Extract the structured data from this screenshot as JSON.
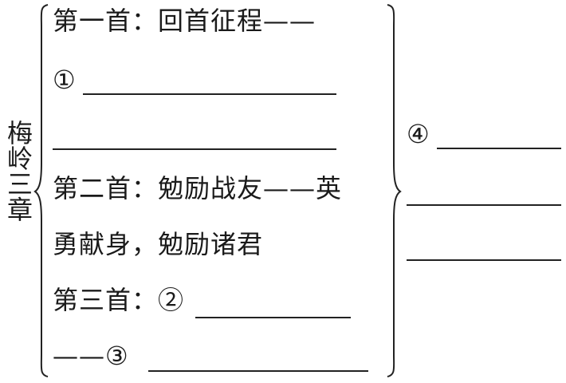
{
  "title": "梅岭三章",
  "lines": {
    "poem1": "第一首：回首征程——",
    "blank1_marker": "①",
    "poem2_a": "第二首：勉励战友——英",
    "poem2_b": "勇献身，勉励诸君",
    "poem3": "第三首：②",
    "dash3": "——③",
    "blank4_marker": "④"
  }
}
